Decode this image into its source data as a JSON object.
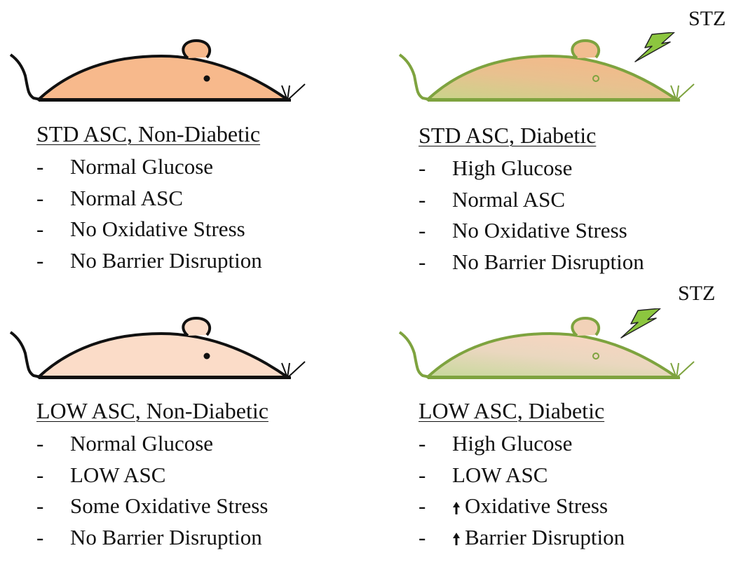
{
  "colors": {
    "std_body": "#f7b98c",
    "low_body": "#fbdcc8",
    "outline_black": "#111111",
    "outline_green": "#7ea33f",
    "bolt_green": "#8cc63f"
  },
  "panels": [
    {
      "title": "STD ASC, Non-Diabetic",
      "stz_label": "",
      "items": [
        {
          "dash": "-",
          "marker": "",
          "text": "Normal Glucose"
        },
        {
          "dash": "-",
          "marker": "",
          "text": "Normal ASC"
        },
        {
          "dash": "-",
          "marker": "",
          "text": "No Oxidative Stress"
        },
        {
          "dash": "-",
          "marker": "",
          "text": "No Barrier Disruption"
        }
      ]
    },
    {
      "title": "STD ASC, Diabetic",
      "stz_label": "STZ",
      "items": [
        {
          "dash": "-",
          "marker": "",
          "text": "High Glucose"
        },
        {
          "dash": "-",
          "marker": "",
          "text": "Normal ASC"
        },
        {
          "dash": "-",
          "marker": "",
          "text": "No Oxidative Stress"
        },
        {
          "dash": "-",
          "marker": "",
          "text": "No Barrier Disruption"
        }
      ]
    },
    {
      "title": "LOW ASC, Non-Diabetic",
      "stz_label": "",
      "items": [
        {
          "dash": "-",
          "marker": "",
          "text": "Normal Glucose"
        },
        {
          "dash": "-",
          "marker": "",
          "text": "LOW ASC"
        },
        {
          "dash": "-",
          "marker": "",
          "text": "Some Oxidative Stress"
        },
        {
          "dash": "-",
          "marker": "",
          "text": "No Barrier Disruption"
        }
      ]
    },
    {
      "title": "LOW ASC, Diabetic",
      "stz_label": "STZ",
      "items": [
        {
          "dash": "-",
          "marker": "",
          "text": "High Glucose"
        },
        {
          "dash": "-",
          "marker": "",
          "text": "LOW ASC"
        },
        {
          "dash": "-",
          "marker": "up-arrow",
          "text": "Oxidative Stress"
        },
        {
          "dash": "-",
          "marker": "up-arrow",
          "text": "Barrier Disruption"
        }
      ]
    }
  ]
}
